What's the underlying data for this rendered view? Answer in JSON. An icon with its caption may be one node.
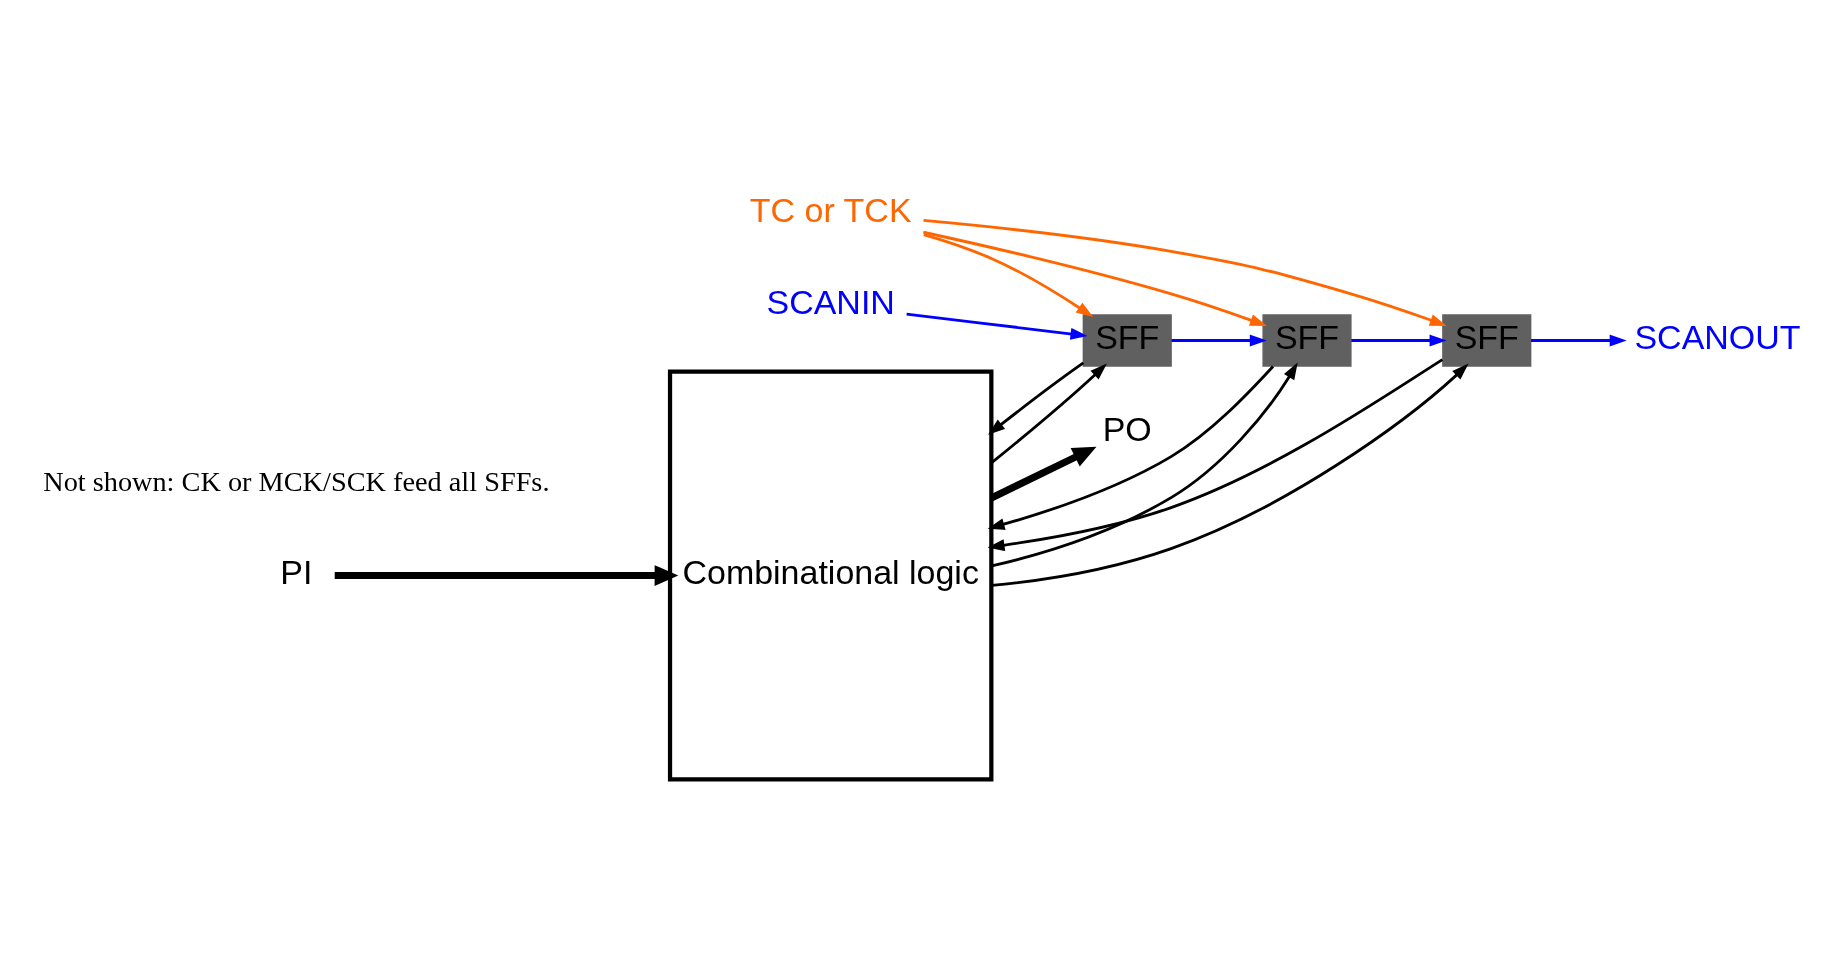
{
  "diagram": {
    "nodes": [
      {
        "text": [
          "Combinational logic"
        ]
      },
      {
        "text": [
          "PI"
        ]
      },
      {
        "text": [
          "PO"
        ]
      },
      {
        "text": [
          "SFF"
        ]
      },
      {
        "text": [
          "SFF"
        ]
      },
      {
        "text": [
          "SFF"
        ]
      },
      {
        "text": [
          "SCANOUT"
        ]
      },
      {
        "text": [
          "TC or TCK"
        ]
      },
      {
        "text": [
          "SCANIN"
        ]
      }
    ],
    "edges": [
      {
        "from": 1,
        "to": 0,
        "arrow": "to",
        "style": "thick"
      },
      {
        "from": 0,
        "to": 2,
        "arrow": "to",
        "style": "thick"
      },
      {
        "from": 0,
        "to": 3,
        "arrow": "to"
      },
      {
        "from": 0,
        "to": 4,
        "arrow": "to"
      },
      {
        "from": 0,
        "to": 5,
        "arrow": "to"
      },
      {
        "from": 3,
        "to": 0,
        "arrow": "to"
      },
      {
        "from": 4,
        "to": 0,
        "arrow": "to"
      },
      {
        "from": 5,
        "to": 0,
        "arrow": "to"
      },
      {
        "from": 3,
        "to": 6,
        "arrow": "to",
        "color": "#0000ff"
      },
      {
        "from": 7,
        "to": 3,
        "arrow": "to",
        "color": "#ff6600"
      },
      {
        "from": 7,
        "to": 4,
        "arrow": "to",
        "color": "#ff6600"
      },
      {
        "from": 7,
        "to": 5,
        "arrow": "to",
        "color": "#ff6600"
      },
      {
        "from": 8,
        "to": 5,
        "arrow": "to",
        "color": "#0000ff"
      },
      {
        "from": 5,
        "to": 4,
        "arrow": "to",
        "color": "#0000ff"
      },
      {
        "from": 4,
        "to": 3,
        "arrow": "to",
        "color": "#0000ff"
      }
    ],
    "labels": [
      "Not shown: CK or MCK/SCK feed all SFFs."
    ]
  }
}
